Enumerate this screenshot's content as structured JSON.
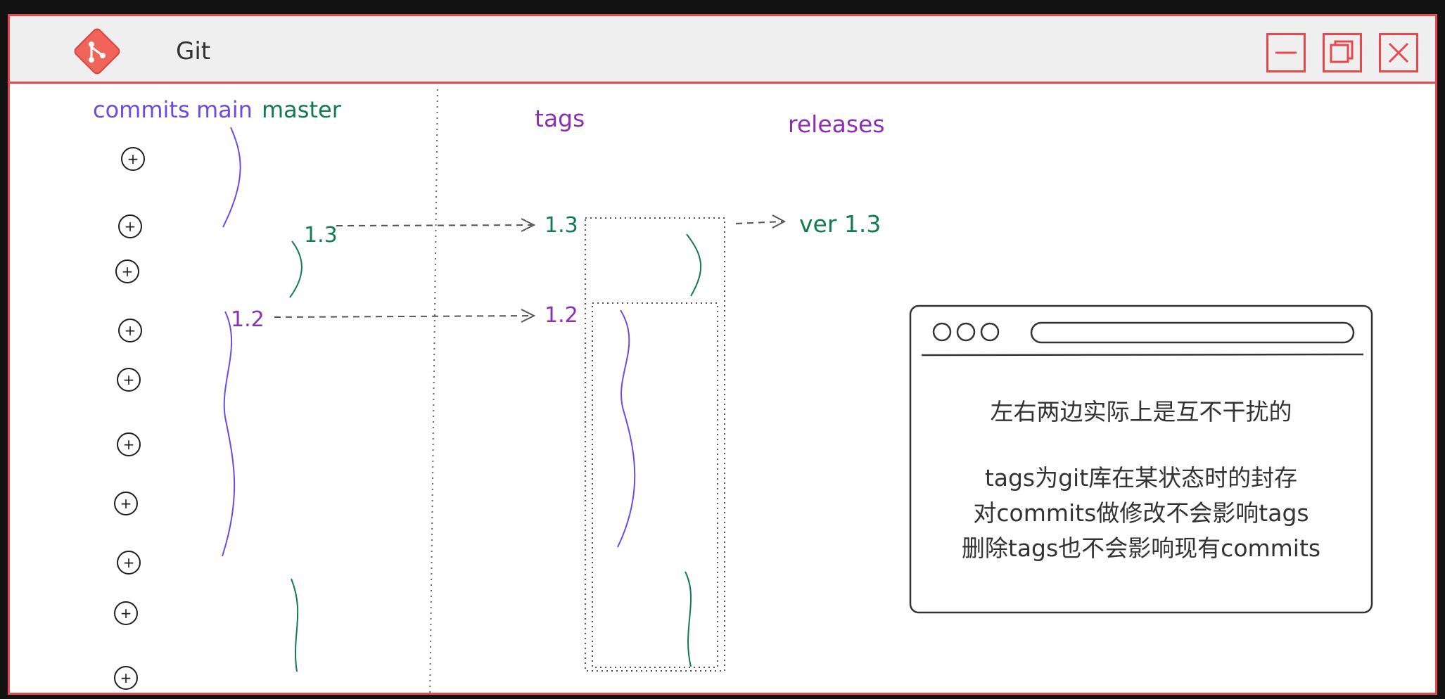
{
  "window": {
    "title": "Git",
    "logo_icon": "git-logo-icon",
    "controls": {
      "minimize_icon": "minimize-icon",
      "restore_icon": "restore-icon",
      "close_icon": "close-icon"
    }
  },
  "columns": {
    "commits": "commits",
    "main": "main",
    "master": "master",
    "tags": "tags",
    "releases": "releases"
  },
  "commit_node_symbol": "+",
  "commit_node_count": 10,
  "labels": {
    "master_tag": "1.3",
    "main_tag": "1.2",
    "tag_1_3": "1.3",
    "tag_1_2": "1.2",
    "release": "ver 1.3"
  },
  "note": {
    "line1": "左右两边实际上是互不干扰的",
    "line2": "tags为git库在某状态时的封存",
    "line3": "对commits做修改不会影响tags",
    "line4": "删除tags也不会影响现有commits"
  },
  "colors": {
    "frame": "#e5484d",
    "main_branch": "#6c4ce0",
    "master_branch": "#137b50",
    "tag_purple": "#8b2fb4"
  }
}
